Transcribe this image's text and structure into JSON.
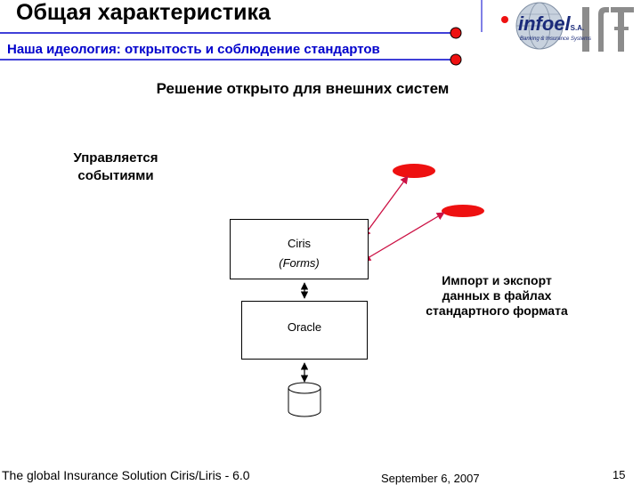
{
  "header": {
    "title": "Общая характеристика",
    "subtitle": "Наша идеология: открытость и соблюдение стандартов"
  },
  "main": {
    "heading": "Решение открыто для внешних систем",
    "events_label_line1": "Управляется",
    "events_label_line2": "событиями",
    "ciris_label": "Ciris",
    "forms_label": "(Forms)",
    "oracle_label": "Oracle",
    "import_note_line1": "Импорт и экспорт",
    "import_note_line2": "данных в файлах",
    "import_note_line3": "стандартного формата"
  },
  "logo": {
    "brand": "infoel",
    "brand_suffix": "S.A.",
    "tagline": "Banking & Insurance Systems"
  },
  "footer": {
    "left": "The global Insurance Solution  Ciris/Liris - 6.0",
    "date": "September 6, 2007",
    "page": "15"
  },
  "colors": {
    "accent_red": "#ee1111",
    "line_blue": "#0000cc",
    "connector_red": "#cc1144"
  }
}
